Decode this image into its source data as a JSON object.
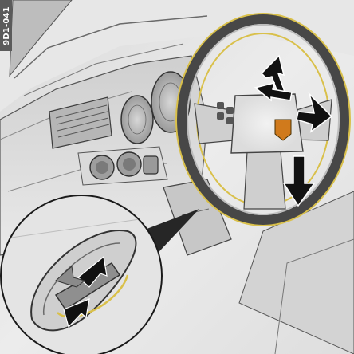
{
  "figure": {
    "code": "9D1-041",
    "description_icons": [
      "steering-wheel",
      "adjustment-arrows",
      "release-lever"
    ],
    "colors": {
      "background": "#e6e6e6",
      "line": "#3a3a3a",
      "highlight_yellow": "#d9c04a",
      "arrow": "#111111",
      "logo_orange": "#d07a1c"
    }
  }
}
